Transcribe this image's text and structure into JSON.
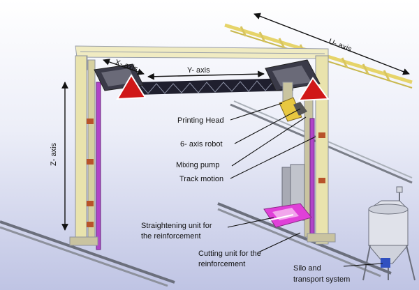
{
  "labels": {
    "u_axis": "U- axis",
    "x_axis": "X- axis",
    "y_axis": "Y- axis",
    "z_axis": "Z- axis",
    "printing_head": "Printing Head",
    "robot": "6- axis robot",
    "mixing_pump": "Mixing pump",
    "track_motion": "Track motion",
    "straightening_1": "Straightening unit for",
    "straightening_2": "the reinforcement",
    "cutting_1": "Cutting unit for the",
    "cutting_2": "reinforcement",
    "silo_1": "Silo and",
    "silo_2": "transport system"
  },
  "colors": {
    "frame_yellow": "#e8e2a8",
    "frame_gray": "#9aa0aa",
    "truss": "#1b1b2a",
    "warning_red": "#d01818",
    "magenta": "#e040d8",
    "rail": "#707480",
    "orange_block": "#b8532a",
    "yellow_rail": "#f2e070"
  }
}
